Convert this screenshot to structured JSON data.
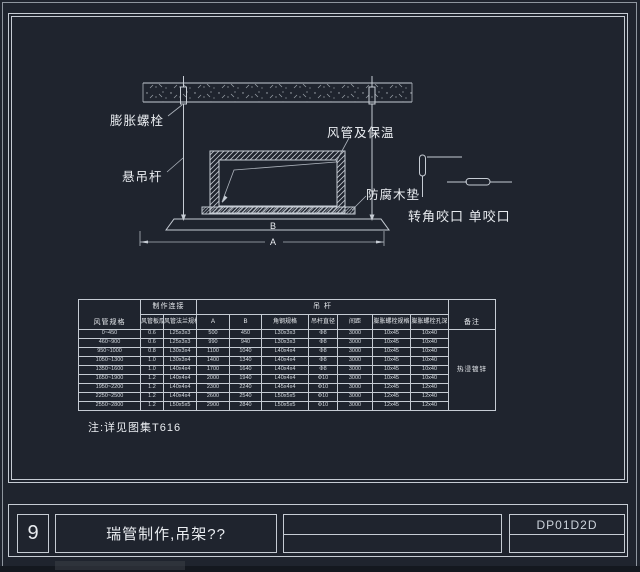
{
  "colors": {
    "background": "#1f242e",
    "line": "#c6ccd4",
    "text": "#e9ecf0",
    "dim_line": "#aeb4bd"
  },
  "drawing": {
    "labels": {
      "expansion_bolt": "膨胀螺栓",
      "hanger_rod": "悬吊杆",
      "duct_insulation": "风管及保温",
      "wood_pad": "防腐木垫",
      "seam_types": "转角咬口 单咬口",
      "dim_a": "A",
      "dim_b": "B"
    }
  },
  "table": {
    "group_headers": {
      "col1": "风管规格",
      "make": "制作连接",
      "hanger": "吊 杆",
      "remark": "备注"
    },
    "sub_headers": [
      "风管板厚",
      "风管法兰规格",
      "A",
      "B",
      "角钢规格",
      "吊杆直径",
      "间距",
      "膨胀螺栓规格",
      "膨胀螺栓孔深"
    ],
    "rows": [
      [
        "0~450",
        "0.6",
        "L25x3x3",
        "500",
        "450",
        "L30x3x3",
        "Φ8",
        "3000",
        "10x45",
        "10x40"
      ],
      [
        "460~900",
        "0.6",
        "L25x3x3",
        "990",
        "940",
        "L30x3x3",
        "Φ8",
        "3000",
        "10x45",
        "10x40"
      ],
      [
        "950~1000",
        "0.8",
        "L30x3x4",
        "1100",
        "1040",
        "L40x4x4",
        "Φ8",
        "3000",
        "10x45",
        "10x40"
      ],
      [
        "1050~1300",
        "1.0",
        "L30x3x4",
        "1400",
        "1340",
        "L40x4x4",
        "Φ8",
        "3000",
        "10x45",
        "10x40"
      ],
      [
        "1350~1600",
        "1.0",
        "L40x4x4",
        "1700",
        "1640",
        "L40x4x4",
        "Φ8",
        "3000",
        "10x45",
        "10x40"
      ],
      [
        "1650~1900",
        "1.2",
        "L40x4x4",
        "2000",
        "1940",
        "L40x4x4",
        "Φ10",
        "3000",
        "10x45",
        "10x40"
      ],
      [
        "1950~2200",
        "1.2",
        "L40x4x4",
        "2300",
        "2240",
        "L45x4x4",
        "Φ10",
        "3000",
        "12x45",
        "12x40"
      ],
      [
        "2250~2500",
        "1.2",
        "L40x4x4",
        "2600",
        "2540",
        "L50x5x5",
        "Φ10",
        "3000",
        "12x45",
        "12x40"
      ],
      [
        "2550~2800",
        "1.2",
        "L50x5x5",
        "2900",
        "2840",
        "L50x5x5",
        "Φ10",
        "3000",
        "12x45",
        "12x40"
      ]
    ],
    "remark_value": "热浸镀锌",
    "note": "注:详见图集T616"
  },
  "title_block": {
    "sheet_number": "9",
    "title": "瑞管制作,吊架??",
    "drawing_code": "DP01D2D"
  }
}
